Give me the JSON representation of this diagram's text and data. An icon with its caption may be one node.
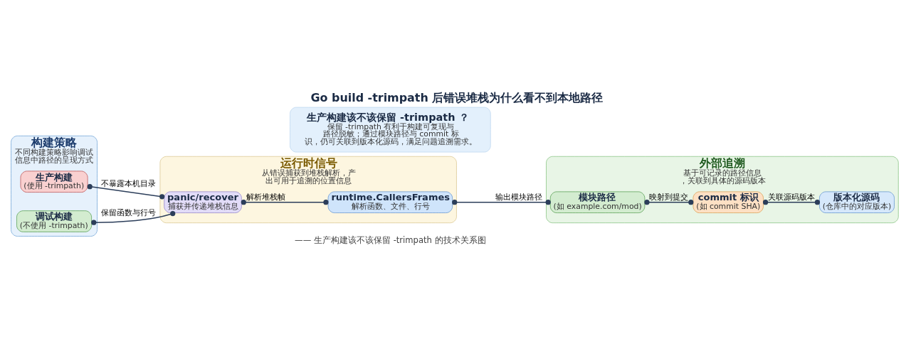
{
  "diagram": {
    "title": "Go build -trimpath 后错误堆栈为什么看不到本地路径",
    "nodes": [
      {
        "text": [
          "构建策略",
          "不同构建策略影响调试信息中路径的呈现方式"
        ]
      },
      {
        "text": [
          "生产构建",
          "(使用 -trimpath)"
        ],
        "in": 0
      },
      {
        "text": [
          "调试构建",
          "(不使用 -trimpath)"
        ],
        "in": 0
      },
      {
        "text": [
          "运行时信号",
          "从错误捕获到堆栈解析，产出可用于追溯的位置信息"
        ]
      },
      {
        "text": [
          "panic/recover",
          "捕获并传递堆栈信息"
        ],
        "in": 3
      },
      {
        "text": [
          "runtime.CallersFrames",
          "解析函数、文件、行号"
        ],
        "in": 3
      },
      {
        "text": [
          "外部追溯",
          "基于可记录的路径信息，关联到具体的源码版本"
        ]
      },
      {
        "text": [
          "模块路径",
          "(如 example.com/mod)"
        ],
        "in": 6
      },
      {
        "text": [
          "commit 标识",
          "(如 commit SHA)"
        ],
        "in": 6
      },
      {
        "text": [
          "版本化源码",
          "(仓库中的对应版本)"
        ],
        "in": 6
      },
      {
        "text": [
          "生产构建该不该保留 -trimpath ？",
          "保留 -trimpath 有利于构建可复现与路径脱敏；通过模块路径与 commit 标识，仍可关联到版本化源码，满足问题追溯需求。"
        ]
      }
    ],
    "edges": [
      {
        "from": 1,
        "to": 4,
        "arrow": "other",
        "label": "不暴露本机目录"
      },
      {
        "from": 2,
        "to": 4,
        "arrow": "other",
        "label": "保留函数与行号"
      },
      {
        "from": 4,
        "to": 5,
        "arrow": "other",
        "label": "解析堆栈帧"
      },
      {
        "from": 5,
        "to": 7,
        "arrow": "other",
        "label": "输出模块路径"
      },
      {
        "from": 7,
        "to": 8,
        "arrow": "other",
        "label": "映射到提交"
      },
      {
        "from": 8,
        "to": 9,
        "arrow": "other",
        "label": "关联源码版本"
      }
    ],
    "labels": [
      "—— 生产构建该不该保留 -trimpath 的技术关系图"
    ]
  }
}
